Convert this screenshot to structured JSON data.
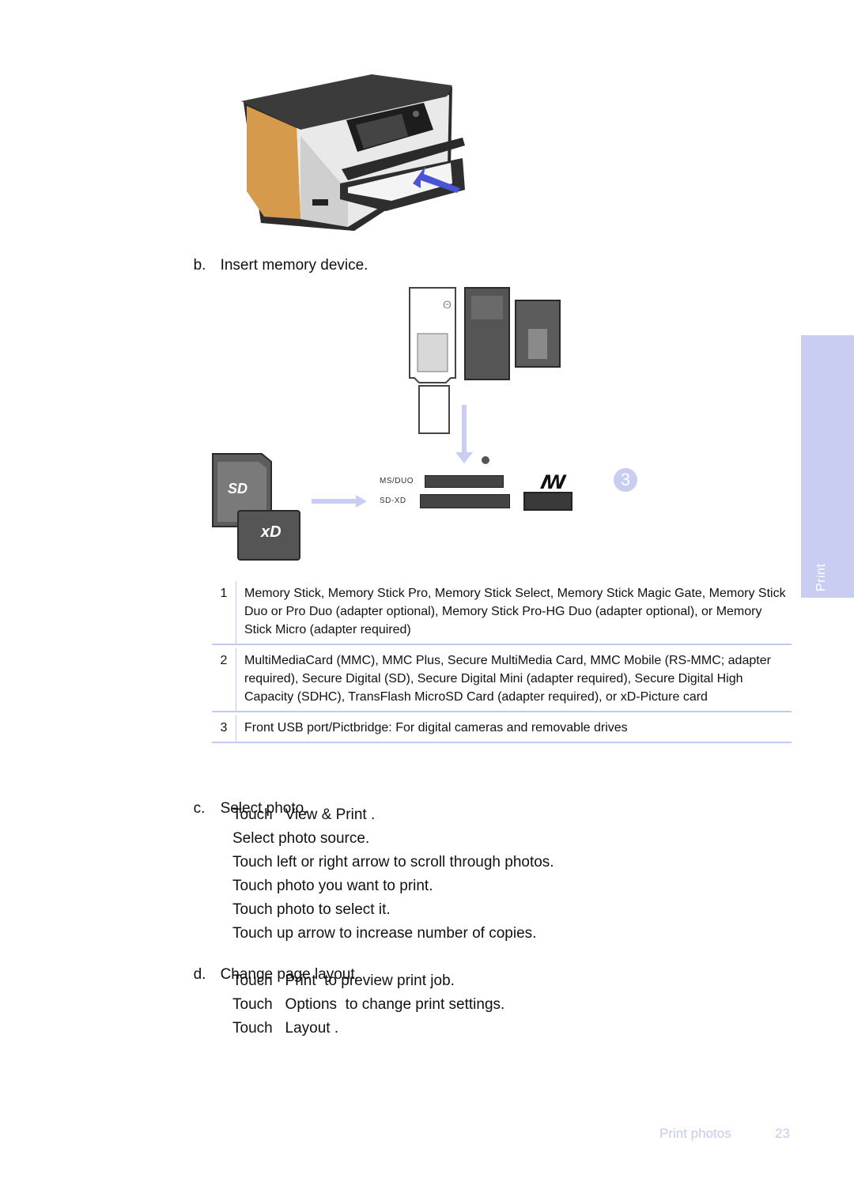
{
  "side_tab": {
    "label": "Print"
  },
  "steps": {
    "b": {
      "letter": "b.",
      "text": "Insert memory device."
    },
    "c": {
      "letter": "c.",
      "text": "Select photo."
    },
    "d": {
      "letter": "d.",
      "text": "Change page layout."
    }
  },
  "slot_labels": {
    "ms_duo": "MS/DUO",
    "sd_xd": "SD-XD"
  },
  "callout_number": "3",
  "card_logos": {
    "sd": "SD",
    "xd": "xD"
  },
  "legend": [
    {
      "num": "1",
      "text": "Memory Stick, Memory Stick Pro, Memory Stick Select, Memory Stick Magic Gate, Memory Stick Duo or Pro Duo (adapter optional), Memory Stick Pro-HG Duo (adapter optional), or Memory Stick Micro (adapter required)"
    },
    {
      "num": "2",
      "text": "MultiMediaCard (MMC), MMC Plus, Secure MultiMedia Card, MMC Mobile (RS-MMC; adapter required), Secure Digital (SD), Secure Digital Mini (adapter required), Secure Digital High Capacity (SDHC), TransFlash MicroSD Card (adapter required), or xD-Picture card"
    },
    {
      "num": "3",
      "text": "Front USB port/Pictbridge: For digital cameras and removable drives"
    }
  ],
  "c_substeps": [
    "Touch   View & Print .",
    "Select photo source.",
    "Touch left or right arrow to scroll through photos.",
    "Touch photo you want to print.",
    "Touch photo to select it.",
    "Touch up arrow to increase number of copies."
  ],
  "d_substeps": [
    "Touch   Print  to preview print job.",
    "Touch   Options  to change print settings.",
    "Touch   Layout ."
  ],
  "footer": {
    "section": "Print photos",
    "page": "23"
  }
}
